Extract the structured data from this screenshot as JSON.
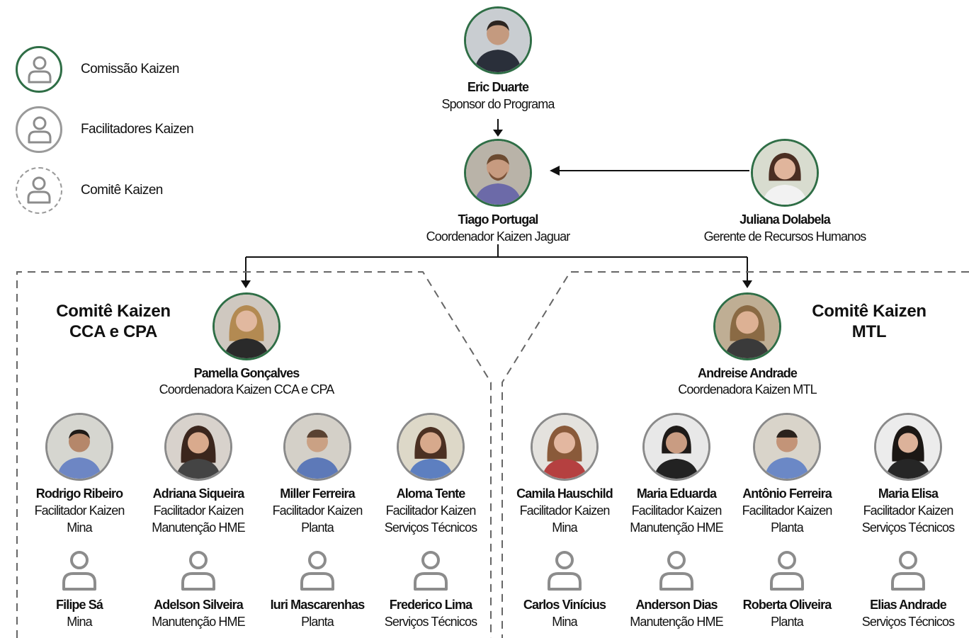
{
  "legend": [
    {
      "label": "Comissão Kaizen",
      "style": "comissao"
    },
    {
      "label": "Facilitadores Kaizen",
      "style": "facilitadores"
    },
    {
      "label": "Comitê Kaizen",
      "style": "comite"
    }
  ],
  "sponsor": {
    "name": "Eric Duarte",
    "role": "Sponsor do Programa"
  },
  "coordinator": {
    "name": "Tiago Portugal",
    "role": "Coordenador Kaizen Jaguar"
  },
  "hr": {
    "name": "Juliana Dolabela",
    "role": "Gerente de Recursos Humanos"
  },
  "groups": {
    "left": {
      "title_line1": "Comitê Kaizen",
      "title_line2": "CCA e CPA",
      "lead": {
        "name": "Pamella Gonçalves",
        "role": "Coordenadora Kaizen CCA e CPA"
      },
      "facilitators": [
        {
          "name": "Rodrigo Ribeiro",
          "role": "Facilitador Kaizen",
          "area": "Mina"
        },
        {
          "name": "Adriana Siqueira",
          "role": "Facilitador Kaizen",
          "area": "Manutenção HME"
        },
        {
          "name": "Miller Ferreira",
          "role": "Facilitador Kaizen",
          "area": "Planta"
        },
        {
          "name": "Aloma Tente",
          "role": "Facilitador Kaizen",
          "area": "Serviços Técnicos"
        }
      ],
      "committee": [
        {
          "name": "Filipe Sá",
          "area": "Mina"
        },
        {
          "name": "Adelson Silveira",
          "area": "Manutenção HME"
        },
        {
          "name": "Iuri Mascarenhas",
          "area": "Planta"
        },
        {
          "name": "Frederico Lima",
          "area": "Serviços Técnicos"
        }
      ]
    },
    "right": {
      "title_line1": "Comitê Kaizen",
      "title_line2": "MTL",
      "lead": {
        "name": "Andreise Andrade",
        "role": "Coordenadora Kaizen MTL"
      },
      "facilitators": [
        {
          "name": "Camila Hauschild",
          "role": "Facilitador Kaizen",
          "area": "Mina"
        },
        {
          "name": "Maria Eduarda",
          "role": "Facilitador Kaizen",
          "area": "Manutenção HME"
        },
        {
          "name": "Antônio Ferreira",
          "role": "Facilitador Kaizen",
          "area": "Planta"
        },
        {
          "name": "Maria Elisa",
          "role": "Facilitador Kaizen",
          "area": "Serviços Técnicos"
        }
      ],
      "committee": [
        {
          "name": "Carlos Vinícius",
          "area": "Mina"
        },
        {
          "name": "Anderson Dias",
          "area": "Manutenção HME"
        },
        {
          "name": "Roberta Oliveira",
          "area": "Planta"
        },
        {
          "name": "Elias Andrade",
          "area": "Serviços Técnicos"
        }
      ]
    }
  },
  "colors": {
    "comissao_border": "#2f6e46",
    "facilitador_border": "#8a8a8a",
    "icon_gray": "#8c8c8c",
    "line": "#111111",
    "dash": "#666666"
  }
}
